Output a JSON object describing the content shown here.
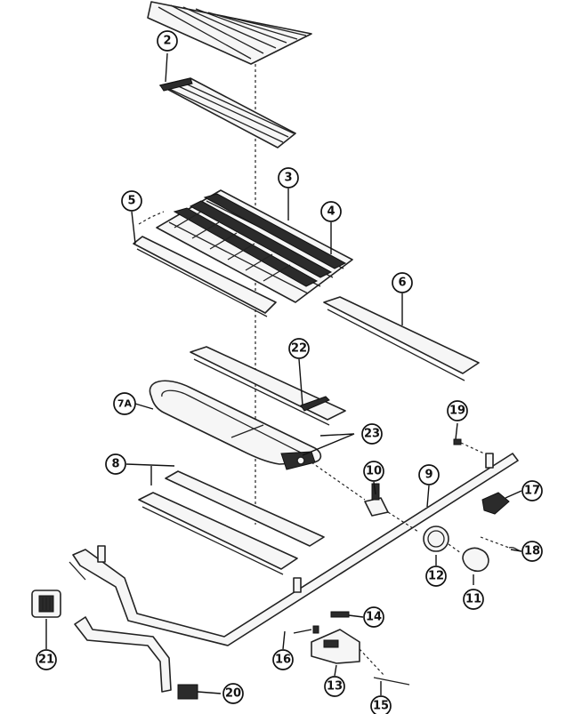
{
  "diagram": {
    "type": "exploded-parts-view",
    "callouts": {
      "c2": "2",
      "c3": "3",
      "c4": "4",
      "c5": "5",
      "c6": "6",
      "c7a": "7A",
      "c8": "8",
      "c9": "9",
      "c10": "10",
      "c11": "11",
      "c12": "12",
      "c13": "13",
      "c14": "14",
      "c15": "15",
      "c16": "16",
      "c17": "17",
      "c18": "18",
      "c19": "19",
      "c20": "20",
      "c21": "21",
      "c22": "22",
      "c23": "23"
    },
    "colors": {
      "line": "#222222",
      "fill": "#f6f6f6",
      "dark": "#2b2b2b",
      "background": "#ffffff"
    }
  }
}
